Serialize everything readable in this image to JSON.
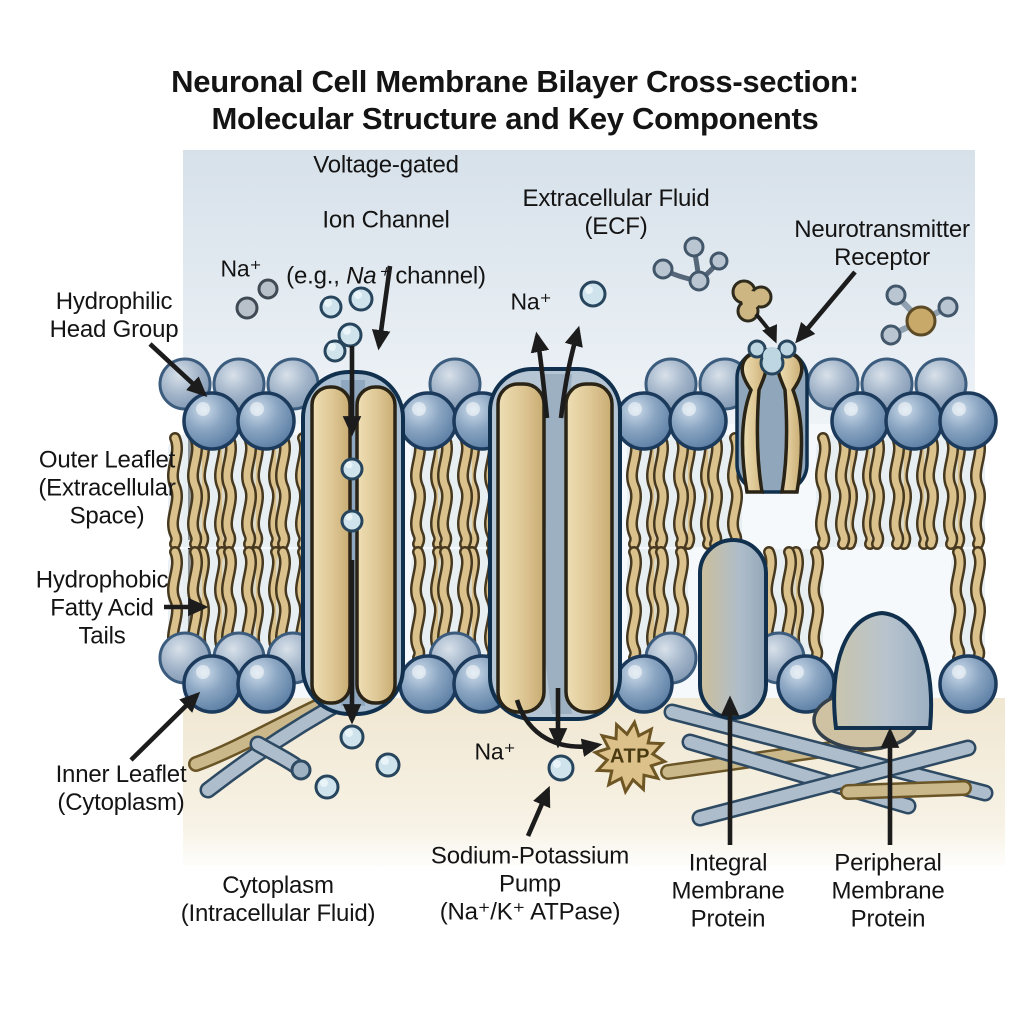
{
  "title": "Neuronal Cell Membrane Bilayer Cross-section:\nMolecular Structure and Key Components",
  "labels": {
    "voltage_gated_line1": "Voltage-gated",
    "voltage_gated_line2": "Ion Channel",
    "voltage_gated_line3_prefix": "(e.g., ",
    "voltage_gated_line3_italic": "Na⁺",
    "voltage_gated_line3_suffix": " channel)",
    "extracellular_fluid": "Extracellular Fluid\n(ECF)",
    "neurotransmitter_receptor": "Neurotransmitter\nReceptor",
    "hydrophilic_head_group": "Hydrophilic\nHead Group",
    "outer_leaflet": "Outer Leaflet\n(Extracellular\nSpace)",
    "hydrophobic_tails": "Hydrophobic\nFatty Acid\nTails",
    "inner_leaflet": "Inner Leaflet\n(Cytoplasm)",
    "cytoplasm": "Cytoplasm\n(Intracellular Fluid)",
    "sodium_potassium_pump": "Sodium-Potassium\nPump\n(Na⁺/K⁺ ATPase)",
    "integral_membrane_protein": "Integral\nMembrane\nProtein",
    "peripheral_membrane_protein": "Peripheral\nMembrane\nProtein"
  },
  "ions": {
    "na_top": "Na⁺",
    "na_middle": "Na⁺",
    "na_bottom": "Na⁺"
  },
  "molecules": {
    "atp": "ATP"
  },
  "colors": {
    "head_blue": "#7e9ab9",
    "tail_tan": "#dbc28c",
    "protein_tan": "#e0cb9b",
    "channel_gray": "#9db0c2",
    "ion_light_blue": "#cfe3ed",
    "atp_gold": "#dcc18a",
    "arrow_black": "#1c1c1c",
    "ecf_background": "#dde6ee",
    "cytoplasm_background": "#f0e7d2",
    "text": "#141414"
  }
}
